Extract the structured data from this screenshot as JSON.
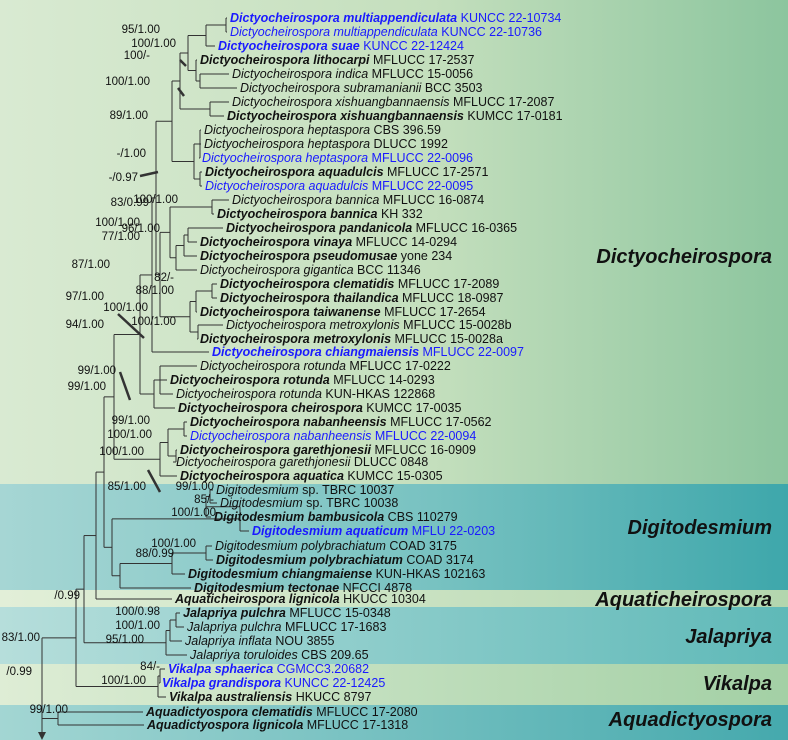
{
  "clades": [
    {
      "name": "Dictyocheirospora",
      "fill": "#a9cfa8"
    },
    {
      "name": "Digitodesmium",
      "fill": "#58b3b5"
    },
    {
      "name": "Aquaticheirospora",
      "fill": "#bfdcb7"
    },
    {
      "name": "Jalapriya",
      "fill": "#7fc6c4"
    },
    {
      "name": "Vikalpa",
      "fill": "#b7d9b5"
    },
    {
      "name": "Aquadictyospora",
      "fill": "#63b8bb"
    }
  ],
  "colors": {
    "new_strain": "#1a1aff",
    "existing": "#111111",
    "branch": "#333333"
  },
  "taxa": [
    {
      "genus": "Dictyocheirospora",
      "epithet": "multiappendiculata",
      "strain": "KUNCC 22-10734",
      "bold": true,
      "new": true
    },
    {
      "genus": "Dictyocheirospora",
      "epithet": "multiappendiculata",
      "strain": "KUNCC 22-10736",
      "bold": false,
      "new": true
    },
    {
      "genus": "Dictyocheirospora",
      "epithet": "suae",
      "strain": "KUNCC 22-12424",
      "bold": true,
      "new": true
    },
    {
      "genus": "Dictyocheirospora",
      "epithet": "lithocarpi",
      "strain": "MFLUCC 17-2537",
      "bold": true,
      "new": false
    },
    {
      "genus": "Dictyocheirospora",
      "epithet": "indica",
      "strain": "MFLUCC 15-0056",
      "bold": false,
      "new": false
    },
    {
      "genus": "Dictyocheirospora",
      "epithet": "subramanianii",
      "strain": "BCC 3503",
      "bold": false,
      "new": false
    },
    {
      "genus": "Dictyocheirospora",
      "epithet": "xishuangbannaensis",
      "strain": "MFLUCC 17-2087",
      "bold": false,
      "new": false
    },
    {
      "genus": "Dictyocheirospora",
      "epithet": "xishuangbannaensis",
      "strain": "KUMCC 17-0181",
      "bold": true,
      "new": false
    },
    {
      "genus": "Dictyocheirospora",
      "epithet": "heptaspora",
      "strain": "CBS 396.59",
      "bold": false,
      "new": false
    },
    {
      "genus": "Dictyocheirospora",
      "epithet": "heptaspora",
      "strain": "DLUCC 1992",
      "bold": false,
      "new": false
    },
    {
      "genus": "Dictyocheirospora",
      "epithet": "heptaspora",
      "strain": "MFLUCC 22-0096",
      "bold": false,
      "new": true
    },
    {
      "genus": "Dictyocheirospora",
      "epithet": "aquadulcis",
      "strain": "MFLUCC 17-2571",
      "bold": true,
      "new": false
    },
    {
      "genus": "Dictyocheirospora",
      "epithet": "aquadulcis",
      "strain": "MFLUCC 22-0095",
      "bold": false,
      "new": true
    },
    {
      "genus": "Dictyocheirospora",
      "epithet": "bannica",
      "strain": "MFLUCC 16-0874",
      "bold": false,
      "new": false
    },
    {
      "genus": "Dictyocheirospora",
      "epithet": "bannica",
      "strain": "KH 332",
      "bold": true,
      "new": false
    },
    {
      "genus": "Dictyocheirospora",
      "epithet": "pandanicola",
      "strain": "MFLUCC 16-0365",
      "bold": true,
      "new": false
    },
    {
      "genus": "Dictyocheirospora",
      "epithet": "vinaya",
      "strain": "MFLUCC 14-0294",
      "bold": true,
      "new": false
    },
    {
      "genus": "Dictyocheirospora",
      "epithet": "pseudomusae",
      "strain": "yone 234",
      "bold": true,
      "new": false
    },
    {
      "genus": "Dictyocheirospora",
      "epithet": "gigantica",
      "strain": "BCC 11346",
      "bold": false,
      "new": false
    },
    {
      "genus": "Dictyocheirospora",
      "epithet": "clematidis",
      "strain": "MFLUCC 17-2089",
      "bold": true,
      "new": false
    },
    {
      "genus": "Dictyocheirospora",
      "epithet": "thailandica",
      "strain": "MFLUCC 18-0987",
      "bold": true,
      "new": false
    },
    {
      "genus": "Dictyocheirospora",
      "epithet": "taiwanense",
      "strain": "MFLUCC 17-2654",
      "bold": true,
      "new": false
    },
    {
      "genus": "Dictyocheirospora",
      "epithet": "metroxylonis",
      "strain": "MFLUCC 15-0028b",
      "bold": false,
      "new": false
    },
    {
      "genus": "Dictyocheirospora",
      "epithet": "metroxylonis",
      "strain": "MFLUCC 15-0028a",
      "bold": true,
      "new": false
    },
    {
      "genus": "Dictyocheirospora",
      "epithet": "chiangmaiensis",
      "strain": "MFLUCC 22-0097",
      "bold": true,
      "new": true
    },
    {
      "genus": "Dictyocheirospora",
      "epithet": "rotunda",
      "strain": "MFLUCC 17-0222",
      "bold": false,
      "new": false
    },
    {
      "genus": "Dictyocheirospora",
      "epithet": "rotunda",
      "strain": "MFLUCC 14-0293",
      "bold": true,
      "new": false
    },
    {
      "genus": "Dictyocheirospora",
      "epithet": "rotunda",
      "strain": "KUN-HKAS 122868",
      "bold": false,
      "new": false
    },
    {
      "genus": "Dictyocheirospora",
      "epithet": "cheirospora",
      "strain": "KUMCC 17-0035",
      "bold": true,
      "new": false
    },
    {
      "genus": "Dictyocheirospora",
      "epithet": "nabanheensis",
      "strain": "MFLUCC 17-0562",
      "bold": true,
      "new": false
    },
    {
      "genus": "Dictyocheirospora",
      "epithet": "nabanheensis",
      "strain": "MFLUCC 22-0094",
      "bold": false,
      "new": true
    },
    {
      "genus": "Dictyocheirospora",
      "epithet": "garethjonesii",
      "strain": "MFLUCC 16-0909",
      "bold": true,
      "new": false
    },
    {
      "genus": "Dictyocheirospora",
      "epithet": "garethjonesii",
      "strain": "DLUCC 0848",
      "bold": false,
      "new": false
    },
    {
      "genus": "Dictyocheirospora",
      "epithet": "aquatica",
      "strain": "KUMCC 15-0305",
      "bold": true,
      "new": false
    },
    {
      "genus": "Digitodesmium",
      "epithet": "sp.",
      "strain": "TBRC 10037",
      "bold": false,
      "new": false
    },
    {
      "genus": "Digitodesmium",
      "epithet": "sp.",
      "strain": "TBRC 10038",
      "bold": false,
      "new": false
    },
    {
      "genus": "Digitodesmium",
      "epithet": "bambusicola",
      "strain": "CBS 110279",
      "bold": true,
      "new": false
    },
    {
      "genus": "Digitodesmium",
      "epithet": "aquaticum",
      "strain": "MFLU 22-0203",
      "bold": true,
      "new": true
    },
    {
      "genus": "Digitodesmium",
      "epithet": "polybrachiatum",
      "strain": "COAD 3175",
      "bold": false,
      "new": false
    },
    {
      "genus": "Digitodesmium",
      "epithet": "polybrachiatum",
      "strain": "COAD 3174",
      "bold": true,
      "new": false
    },
    {
      "genus": "Digitodesmium",
      "epithet": "chiangmaiense",
      "strain": "KUN-HKAS 102163",
      "bold": true,
      "new": false
    },
    {
      "genus": "Digitodesmium",
      "epithet": "tectonae",
      "strain": "NFCCI 4878",
      "bold": true,
      "new": false
    },
    {
      "genus": "Aquaticheirospora",
      "epithet": "lignicola",
      "strain": "HKUCC 10304",
      "bold": true,
      "new": false
    },
    {
      "genus": "Jalapriya",
      "epithet": "pulchra",
      "strain": "MFLUCC 15-0348",
      "bold": true,
      "new": false
    },
    {
      "genus": "Jalapriya",
      "epithet": "pulchra",
      "strain": "MFLUCC 17-1683",
      "bold": false,
      "new": false
    },
    {
      "genus": "Jalapriya",
      "epithet": "inflata",
      "strain": "NOU 3855",
      "bold": false,
      "new": false
    },
    {
      "genus": "Jalapriya",
      "epithet": "toruloides",
      "strain": "CBS 209.65",
      "bold": false,
      "new": false
    },
    {
      "genus": "Vikalpa",
      "epithet": "sphaerica",
      "strain": "CGMCC3.20682",
      "bold": true,
      "new": true
    },
    {
      "genus": "Vikalpa",
      "epithet": "grandispora",
      "strain": "KUNCC 22-12425",
      "bold": true,
      "new": true
    },
    {
      "genus": "Vikalpa",
      "epithet": "australiensis",
      "strain": "HKUCC 8797",
      "bold": true,
      "new": false
    },
    {
      "genus": "Aquadictyospora",
      "epithet": "clematidis",
      "strain": "MFLUCC 17-2080",
      "bold": true,
      "new": false
    },
    {
      "genus": "Aquadictyospora",
      "epithet": "lignicola",
      "strain": "MFLUCC 17-1318",
      "bold": true,
      "new": false
    }
  ],
  "support": [
    "100/1.00",
    "95/1.00",
    "100/-",
    "100/1.00",
    "89/1.00",
    "-/1.00",
    "-/0.97",
    "100/1.00",
    "83/0.99",
    "96/1.00",
    "100/1.00",
    "77/1.00",
    "87/1.00",
    "82/-",
    "88/1.00",
    "100/1.00",
    "100/1.00",
    "97/1.00",
    "94/1.00",
    "99/1.00",
    "99/1.00",
    "99/1.00",
    "100/1.00",
    "100/1.00",
    "85/1.00",
    "99/1.00",
    "85/-",
    "100/1.00",
    "100/1.00",
    "88/0.99",
    "/0.99",
    "100/0.98",
    "100/1.00",
    "95/1.00",
    "84/-",
    "100/1.00",
    "83/1.00",
    "99/1.00",
    "/0.99"
  ]
}
